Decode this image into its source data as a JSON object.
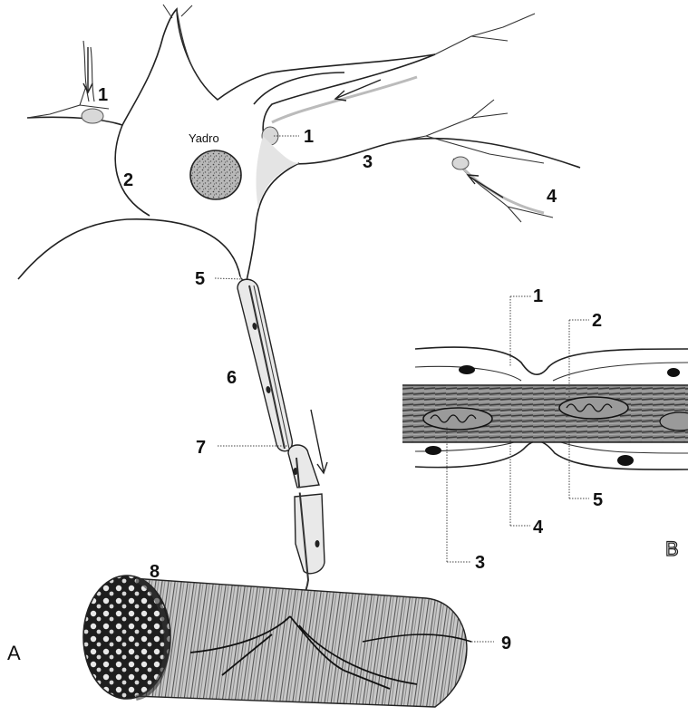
{
  "diagram": {
    "nucleus_label": "Yadro",
    "panel_a_label": "A",
    "panel_b_label": "B",
    "neuron_labels": {
      "n1_left": "1",
      "n1_right": "1",
      "n2": "2",
      "n3": "3",
      "n4": "4",
      "n5": "5",
      "n6": "6",
      "n7": "7",
      "n8": "8",
      "n9": "9"
    },
    "inset_labels": {
      "b1": "1",
      "b2": "2",
      "b3": "3",
      "b4": "4",
      "b5": "5"
    }
  }
}
